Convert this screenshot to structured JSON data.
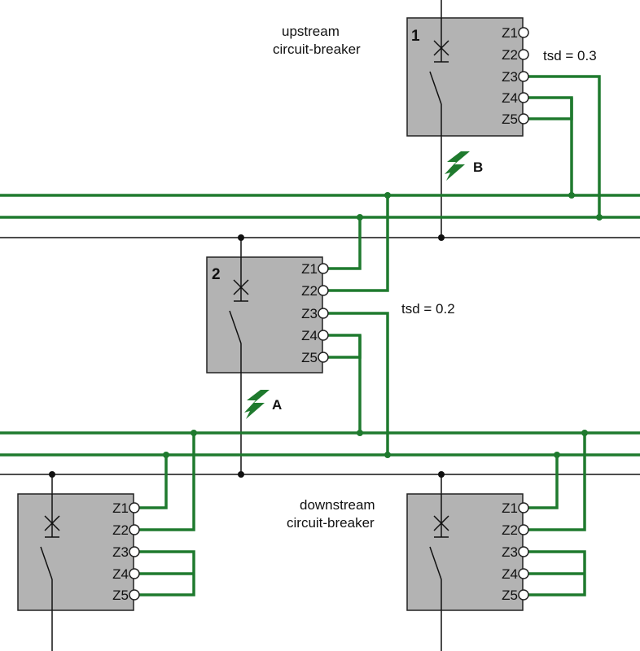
{
  "colors": {
    "pilot_wire": "#1f7a2e",
    "breaker_body": "#b3b3b3",
    "line": "#111111"
  },
  "breakers": [
    {
      "id": "cb1",
      "number": "1",
      "terminals": [
        "Z1",
        "Z2",
        "Z3",
        "Z4",
        "Z5"
      ],
      "tsd": "tsd = 0.3",
      "caption": [
        "upstream",
        "circuit-breaker"
      ]
    },
    {
      "id": "cb2",
      "number": "2",
      "terminals": [
        "Z1",
        "Z2",
        "Z3",
        "Z4",
        "Z5"
      ],
      "tsd": "tsd = 0.2"
    },
    {
      "id": "cb3",
      "number": "",
      "terminals": [
        "Z1",
        "Z2",
        "Z3",
        "Z4",
        "Z5"
      ]
    },
    {
      "id": "cb4",
      "number": "",
      "terminals": [
        "Z1",
        "Z2",
        "Z3",
        "Z4",
        "Z5"
      ],
      "caption": [
        "downstream",
        "circuit-breaker"
      ]
    }
  ],
  "faults": [
    {
      "id": "A",
      "label": "A",
      "icon": "lightning-bolt-icon"
    },
    {
      "id": "B",
      "label": "B",
      "icon": "lightning-bolt-icon"
    }
  ]
}
